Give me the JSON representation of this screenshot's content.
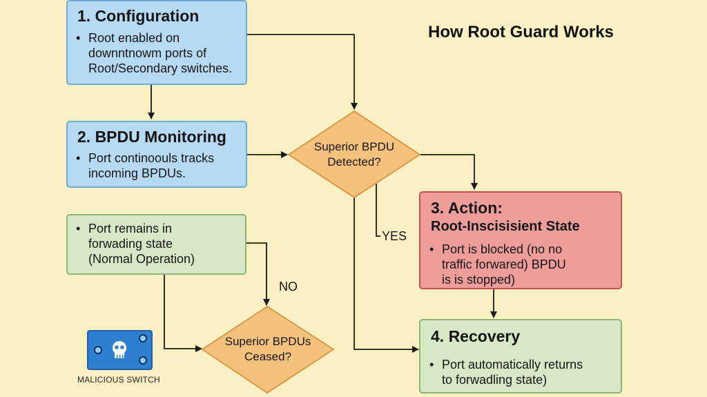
{
  "title": "How Root Guard Works",
  "colors": {
    "background": "#fbf0c4",
    "blue_box": "#b6daf3",
    "red_box": "#ee9d9b",
    "green_box": "#d6e8c5",
    "decision": "#f5c27d",
    "arrow": "#1a1a1a",
    "shield": "#d93a36",
    "device": "#2f7fd0"
  },
  "nodes": {
    "configuration": {
      "title": "1. Configuration",
      "bullet": "Root enabled on downntnowm ports of Root/Secondary switches."
    },
    "monitoring": {
      "title": "2. BPDU Monitoring",
      "bullet": "Port continoouls tracks incoming BPDUs."
    },
    "forwarding": {
      "bullet": "Port remains in forwading state (Normal Operation)"
    },
    "action": {
      "title": "3. Action:",
      "subtitle": "Root-Inscisisient State",
      "bullet": "Port is blocked (no no traffic forwared) BPDU is is stopped)",
      "icon": "shield-lightning-icon"
    },
    "recovery": {
      "title": "4. Recovery",
      "bullet": "Port automatically returns to forwadling state)"
    },
    "decision_detected": {
      "line1": "Superior BPDU",
      "line2": "Detected?"
    },
    "decision_ceased": {
      "line1": "Superior BPDUs",
      "line2": "Ceased?"
    }
  },
  "edge_labels": {
    "yes": "YES",
    "no": "NO"
  },
  "device": {
    "label": "MALICIOUS SWITCH",
    "icon": "skull-icon"
  },
  "bullet_char": "•"
}
